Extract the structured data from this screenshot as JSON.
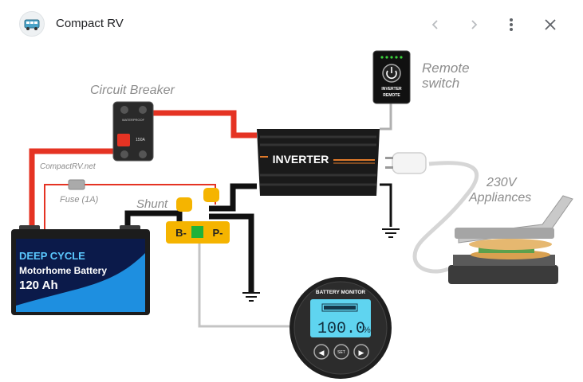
{
  "header": {
    "app_title": "Compact RV",
    "icons": {
      "app": "rv-van-icon",
      "back": "chevron-left-icon",
      "forward": "chevron-right-icon",
      "menu": "more-vert-icon",
      "close": "close-icon"
    }
  },
  "diagram": {
    "labels": {
      "circuit_breaker": "Circuit Breaker",
      "remote_switch_line1": "Remote",
      "remote_switch_line2": "switch",
      "appliances_line1": "230V",
      "appliances_line2": "Appliances",
      "watermark": "CompactRV.net",
      "fuse": "Fuse (1A)",
      "shunt": "Shunt",
      "shunt_b": "B-",
      "shunt_p": "P-"
    },
    "inverter": {
      "label": "INVERTER"
    },
    "remote": {
      "line1": "INVERTER",
      "line2": "REMOTE"
    },
    "breaker": {
      "top_text": "WATERPROOF",
      "rating": "150A"
    },
    "battery": {
      "line1": "DEEP CYCLE",
      "line2": "Motorhome Battery",
      "line3": "120 Ah"
    },
    "monitor": {
      "title": "BATTERY MONITOR",
      "reading": "100.0",
      "unit": "%",
      "btn_left": "◀",
      "btn_set": "SET",
      "btn_right": "▶"
    },
    "colors": {
      "positive_wire": "#e53323",
      "negative_wire": "#111111",
      "signal_wire": "#bdbdbd",
      "shunt_yellow": "#f5b400",
      "lcd": "#5fd4f0"
    }
  }
}
